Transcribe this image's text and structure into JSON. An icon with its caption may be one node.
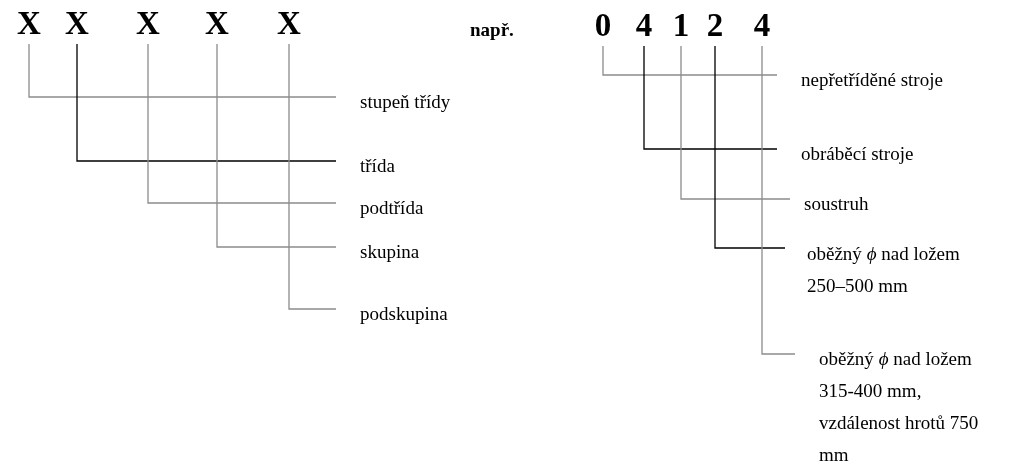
{
  "diagram": {
    "nodes": [
      {
        "text": [
          "X"
        ]
      },
      {
        "text": [
          "X"
        ]
      },
      {
        "text": [
          "X"
        ]
      },
      {
        "text": [
          "X"
        ]
      },
      {
        "text": [
          "X"
        ]
      },
      {
        "text": [
          "stupeň třídy"
        ]
      },
      {
        "text": [
          "třída"
        ]
      },
      {
        "text": [
          "podtřída"
        ]
      },
      {
        "text": [
          "skupina"
        ]
      },
      {
        "text": [
          "podskupina"
        ]
      },
      {
        "text": [
          "0"
        ]
      },
      {
        "text": [
          "4"
        ]
      },
      {
        "text": [
          "1"
        ]
      },
      {
        "text": [
          "2"
        ]
      },
      {
        "text": [
          "4"
        ]
      },
      {
        "text": [
          "nepřetříděné stroje"
        ]
      },
      {
        "text": [
          "obráběcí stroje"
        ]
      },
      {
        "text": [
          "soustruh"
        ]
      },
      {
        "text": [
          "oběžný *ϕ* nad ložem 250–500 mm"
        ]
      },
      {
        "text": [
          "oběžný *ϕ* nad ložem 315-400 mm, vzdálenost hrotů 750 mm"
        ]
      }
    ],
    "edges": [
      {
        "from": 0,
        "to": 5,
        "arrow": "none"
      },
      {
        "from": 1,
        "to": 6,
        "arrow": "none",
        "color": "#000000"
      },
      {
        "from": 2,
        "to": 7,
        "arrow": "none"
      },
      {
        "from": 3,
        "to": 8,
        "arrow": "none"
      },
      {
        "from": 4,
        "to": 9,
        "arrow": "none"
      },
      {
        "from": 10,
        "to": 15,
        "arrow": "none"
      },
      {
        "from": 11,
        "to": 16,
        "arrow": "none",
        "color": "#000000"
      },
      {
        "from": 12,
        "to": 17,
        "arrow": "none"
      },
      {
        "from": 13,
        "to": 18,
        "arrow": "none",
        "color": "#000000"
      },
      {
        "from": 14,
        "to": 19,
        "arrow": "none"
      }
    ],
    "labels": [
      "např."
    ]
  }
}
